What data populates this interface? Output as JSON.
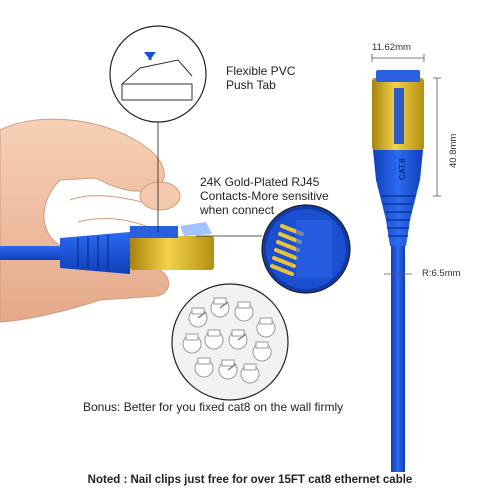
{
  "callouts": {
    "push_tab_line1": "Flexible PVC",
    "push_tab_line2": "Push Tab",
    "contacts_line1": "24K Gold-Plated RJ45",
    "contacts_line2": "Contacts-More sensitive",
    "contacts_line3": "when connect",
    "bonus": "Bonus: Better for you fixed cat8 on the wall firmly"
  },
  "dimensions": {
    "width": "11.62mm",
    "height": "40.8mm",
    "radius": "R:6.5mm"
  },
  "cable_print": "CAT.8",
  "note": "Noted : Nail clips just free for over 15FT cat8 ethernet cable",
  "colors": {
    "cable_blue": "#1a4fd6",
    "gold": "#d9b21c",
    "skin": "#f2c2a4",
    "callout_line": "#222222"
  }
}
